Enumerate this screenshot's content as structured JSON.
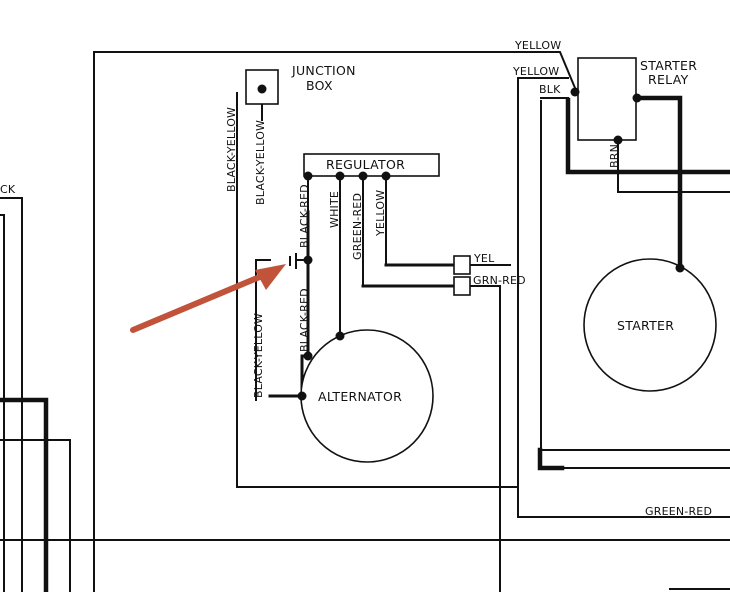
{
  "components": {
    "junction_box": {
      "line1": "JUNCTION",
      "line2": "BOX"
    },
    "regulator": "REGULATOR",
    "starter_relay": {
      "line1": "STARTER",
      "line2": "RELAY"
    },
    "starter": "STARTER",
    "alternator": "ALTERNATOR"
  },
  "wires": {
    "black_yellow_left": "BLACK-YELLOW",
    "black_yellow_inner": "BLACK-YELLOW",
    "black_yellow_lower": "BLACK-YELLOW",
    "black_red_top": "BLACK-RED",
    "black_red_lower": "BLACK-RED",
    "white": "WHITE",
    "green_red_vertical": "GREEN-RED",
    "yellow_vertical": "YELLOW",
    "yel": "YEL",
    "grn_red": "GRN-RED",
    "yellow_top": "YELLOW",
    "yellow_second": "YELLOW",
    "blk": "BLK",
    "brn": "BRN",
    "green_red_bottom": "GREEN-RED",
    "ck_fragment": "CK"
  },
  "colors": {
    "arrow": "#c0533a",
    "line": "#111111"
  }
}
